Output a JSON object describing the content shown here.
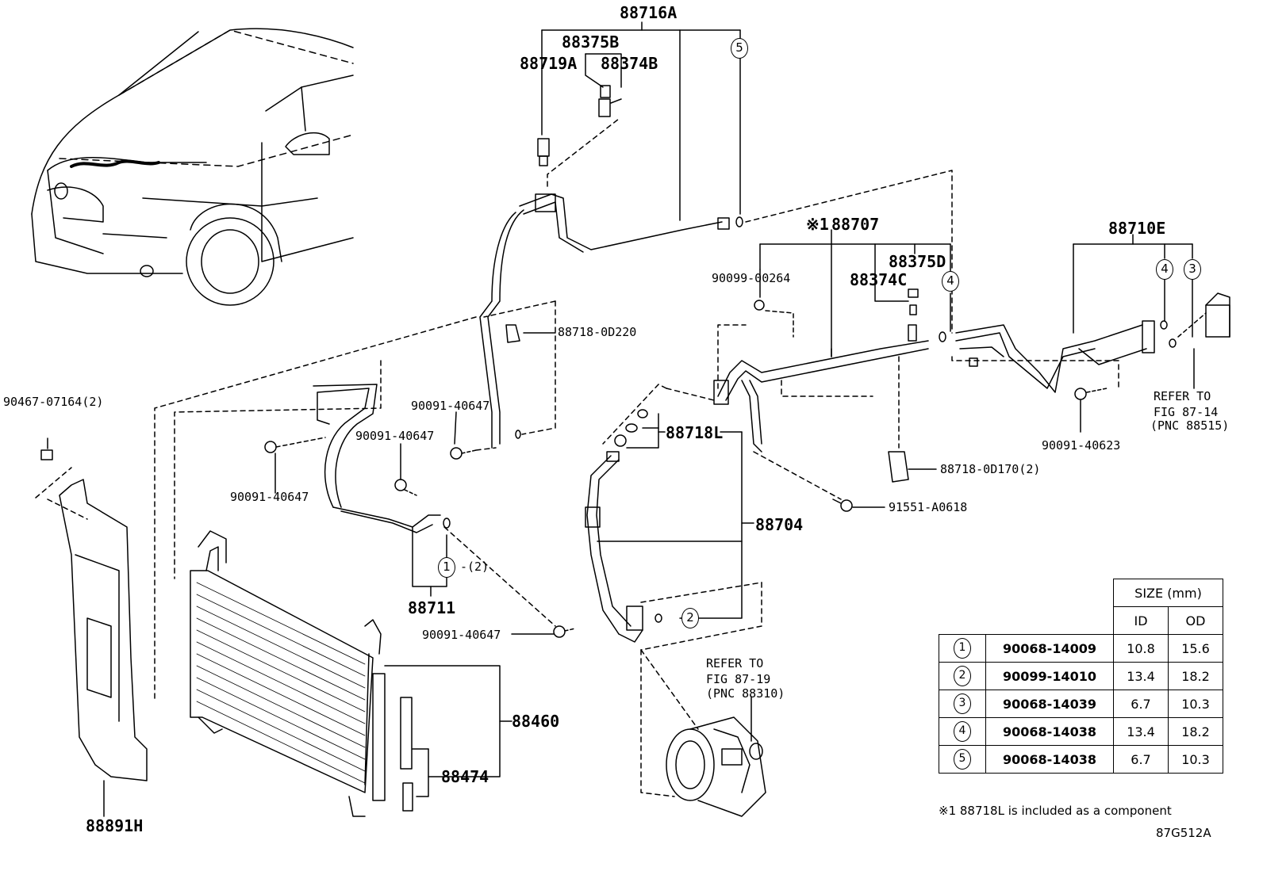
{
  "labels": {
    "p88716A": "88716A",
    "p88375B": "88375B",
    "p88719A": "88719A",
    "p88374B": "88374B",
    "p88707": "88707",
    "p88707_mark": "※1",
    "p88710E": "88710E",
    "p90099_00264": "90099-00264",
    "p88375D": "88375D",
    "p88374C": "88374C",
    "p88718_0D220": "88718-0D220",
    "p90091_40647_a": "90091-40647",
    "p90091_40647_b": "90091-40647",
    "p90091_40647_c": "90091-40647",
    "p90091_40647_d": "90091-40647",
    "p90467_07164": "90467-07164(2)",
    "p88718L": "88718L",
    "p88718_0D170": "88718-0D170(2)",
    "p91551_A0618": "91551-A0618",
    "p88704": "88704",
    "p88711": "88711",
    "p88460": "88460",
    "p88474": "88474",
    "p88891H": "88891H",
    "p90091_40623": "90091-40623",
    "qty_2": "-(2)"
  },
  "refs": {
    "fig87_14": [
      "REFER TO",
      "FIG 87-14",
      "(PNC 88515)"
    ],
    "fig87_19": [
      "REFER TO",
      "FIG 87-19",
      "(PNC 88310)"
    ]
  },
  "callouts": {
    "c1": "1",
    "c2": "2",
    "c3": "3",
    "c4": "4",
    "c5": "5"
  },
  "size_table": {
    "header": "SIZE (mm)",
    "cols": [
      "ID",
      "OD"
    ],
    "rows": [
      {
        "no": "1",
        "part": "90068-14009",
        "id": "10.8",
        "od": "15.6"
      },
      {
        "no": "2",
        "part": "90099-14010",
        "id": "13.4",
        "od": "18.2"
      },
      {
        "no": "3",
        "part": "90068-14039",
        "id": "6.7",
        "od": "10.3"
      },
      {
        "no": "4",
        "part": "90068-14038",
        "id": "13.4",
        "od": "18.2"
      },
      {
        "no": "5",
        "part": "90068-14038",
        "id": "6.7",
        "od": "10.3"
      }
    ]
  },
  "footnote": "※1 88718L is included as a component",
  "figure_code": "87G512A"
}
